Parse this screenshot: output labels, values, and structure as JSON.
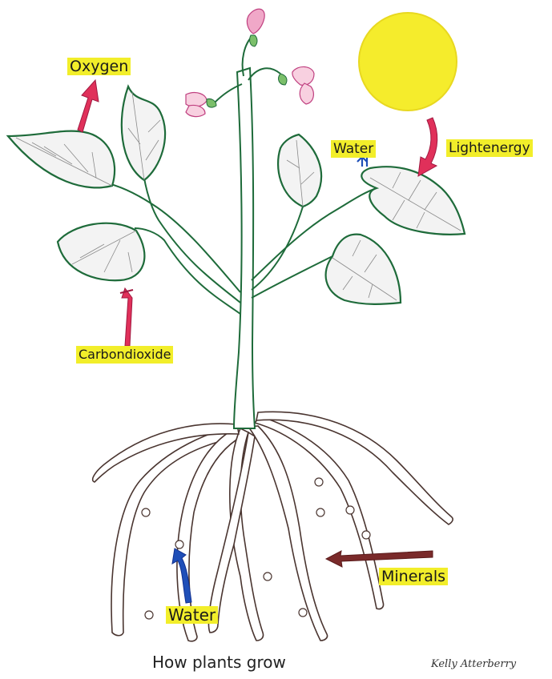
{
  "labels": {
    "oxygen": "Oxygen",
    "light_energy": "Lightenergy",
    "water_top": "Water",
    "carbon_dioxide": "Carbondioxide",
    "minerals": "Minerals",
    "water_bottom": "Water"
  },
  "title": "How plants grow",
  "signature": "Kelly Atterberry",
  "colors": {
    "highlight": "#f2ee2a",
    "sun": "#f5ec2c",
    "arrow_pink": "#e0305a",
    "arrow_blue": "#1f4fb8",
    "arrow_brown": "#7a2a2a",
    "stem_green": "#1e6b3a",
    "root_brown": "#4a3530",
    "flower_pink": "#f0a8c8"
  }
}
